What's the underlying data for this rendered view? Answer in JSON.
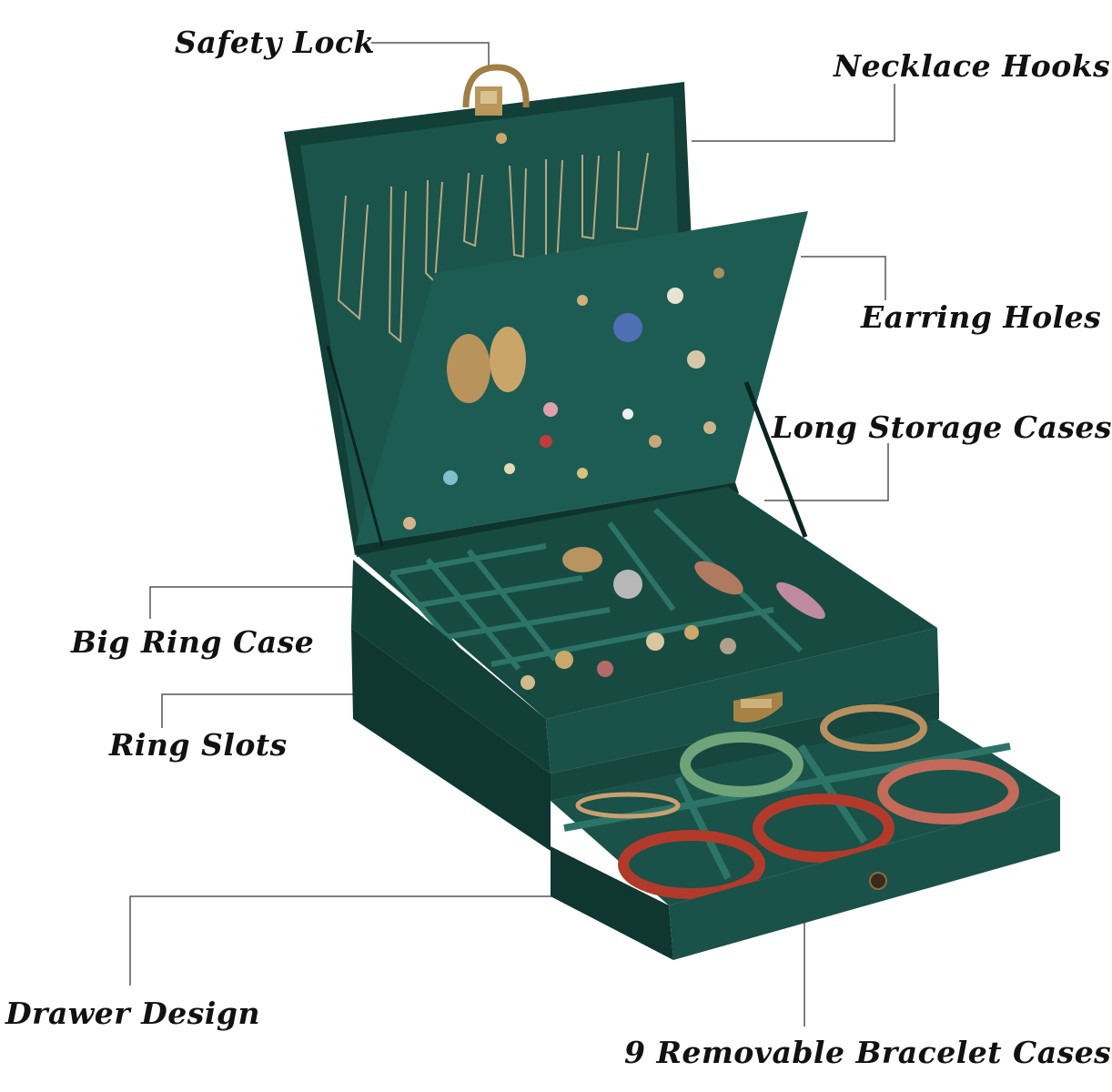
{
  "labels": {
    "safety_lock": "Safety Lock",
    "necklace_hooks": "Necklace Hooks",
    "earring_holes": "Earring Holes",
    "long_storage_cases": "Long Storage Cases",
    "big_ring_case": "Big Ring Case",
    "ring_slots": "Ring Slots",
    "drawer_design": "Drawer Design",
    "bracelet_cases": "9 Removable Bracelet Cases"
  },
  "colors": {
    "velvet_dark": "#123f38",
    "velvet_mid": "#1d5c52",
    "velvet_light": "#2c7467",
    "metal": "#b9965a",
    "bangle_red": "#b23a2a",
    "bangle_jade": "#6fa37a",
    "leader_line": "#555555"
  }
}
